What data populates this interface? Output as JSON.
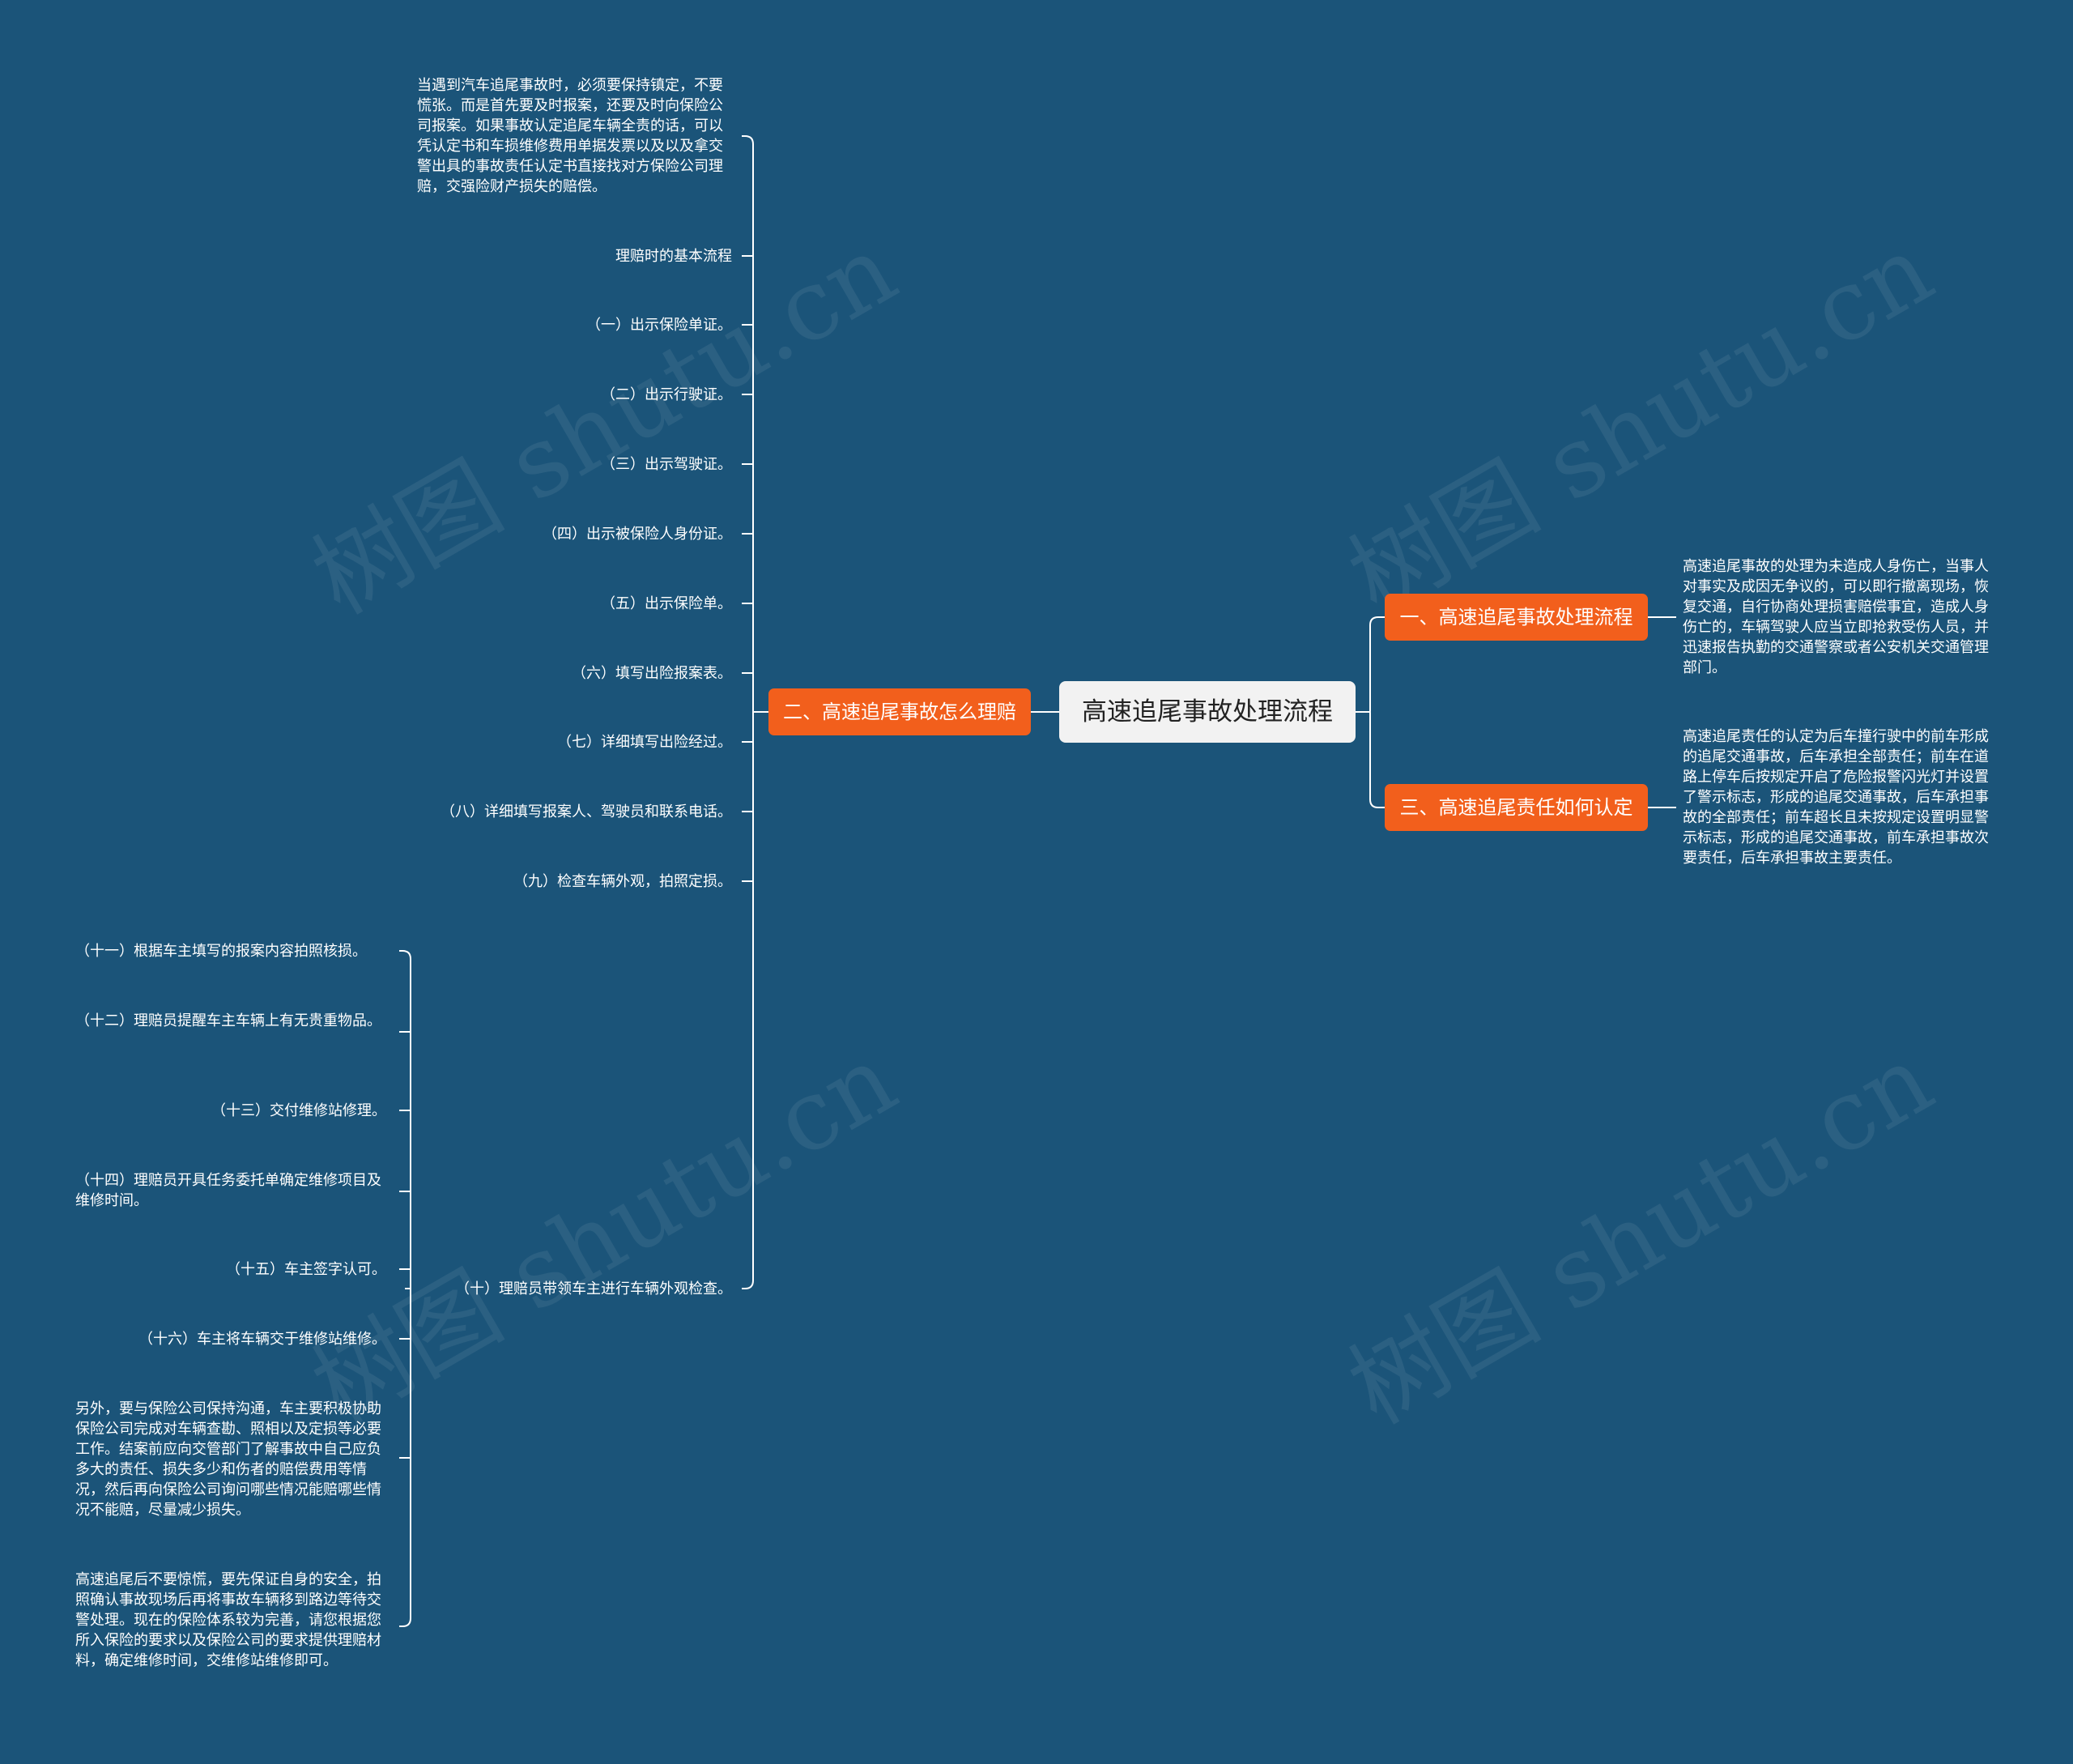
{
  "watermark": "树图 shutu.cn",
  "colors": {
    "background": "#1b5479",
    "root_fill": "#f2f2f2",
    "branch_fill": "#f25f1c",
    "line": "#ffffff"
  },
  "root": {
    "label": "高速追尾事故处理流程"
  },
  "branches": {
    "b1": {
      "label": "一、高速追尾事故处理流程",
      "detail": "高速追尾事故的处理为未造成人身伤亡，当事人对事实及成因无争议的，可以即行撤离现场，恢复交通，自行协商处理损害赔偿事宜，造成人身伤亡的，车辆驾驶人应当立即抢救受伤人员，并迅速报告执勤的交通警察或者公安机关交通管理部门。"
    },
    "b3": {
      "label": "三、高速追尾责任如何认定",
      "detail": "高速追尾责任的认定为后车撞行驶中的前车形成的追尾交通事故，后车承担全部责任；前车在道路上停车后按规定开启了危险报警闪光灯并设置了警示标志，形成的追尾交通事故，后车承担事故的全部责任；前车超长且未按规定设置明显警示标志，形成的追尾交通事故，前车承担事故次要责任，后车承担事故主要责任。"
    },
    "b2": {
      "label": "二、高速追尾事故怎么理赔",
      "items": [
        "当遇到汽车追尾事故时，必须要保持镇定，不要慌张。而是首先要及时报案，还要及时向保险公司报案。如果事故认定追尾车辆全责的话，可以凭认定书和车损维修费用单据发票以及以及拿交警出具的事故责任认定书直接找对方保险公司理赔，交强险财产损失的赔偿。",
        "理赔时的基本流程",
        "（一）出示保险单证。",
        "（二）出示行驶证。",
        "（三）出示驾驶证。",
        "（四）出示被保险人身份证。",
        "（五）出示保险单。",
        "（六）填写出险报案表。",
        "（七）详细填写出险经过。",
        "（八）详细填写报案人、驾驶员和联系电话。",
        "（九）检查车辆外观，拍照定损。",
        "（十）理赔员带领车主进行车辆外观检查。"
      ],
      "sub_items": [
        "（十一）根据车主填写的报案内容拍照核损。",
        "（十二）理赔员提醒车主车辆上有无贵重物品。",
        "（十三）交付维修站修理。",
        "（十四）理赔员开具任务委托单确定维修项目及维修时间。",
        "（十五）车主签字认可。",
        "（十六）车主将车辆交于维修站维修。",
        "另外，要与保险公司保持沟通，车主要积极协助保险公司完成对车辆查勘、照相以及定损等必要工作。结案前应向交管部门了解事故中自己应负多大的责任、损失多少和伤者的赔偿费用等情况，然后再向保险公司询问哪些情况能赔哪些情况不能赔，尽量减少损失。",
        "高速追尾后不要惊慌，要先保证自身的安全，拍照确认事故现场后再将事故车辆移到路边等待交警处理。现在的保险体系较为完善，请您根据您所入保险的要求以及保险公司的要求提供理赔材料，确定维修时间，交维修站维修即可。"
      ]
    }
  }
}
